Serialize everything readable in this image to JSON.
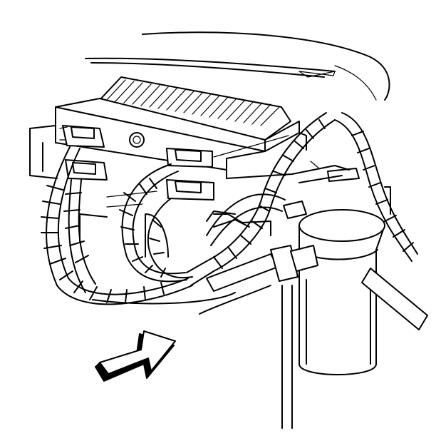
{
  "figure": {
    "background_color": "#ffffff",
    "line_color": "#000000",
    "components": [
      "engine-hood-edge",
      "control-module",
      "harness-connector-1",
      "harness-connector-2",
      "harness-connector-3",
      "harness-connector-4",
      "wiring-harness",
      "fuel-filter",
      "fuel-line",
      "direction-arrow"
    ]
  }
}
